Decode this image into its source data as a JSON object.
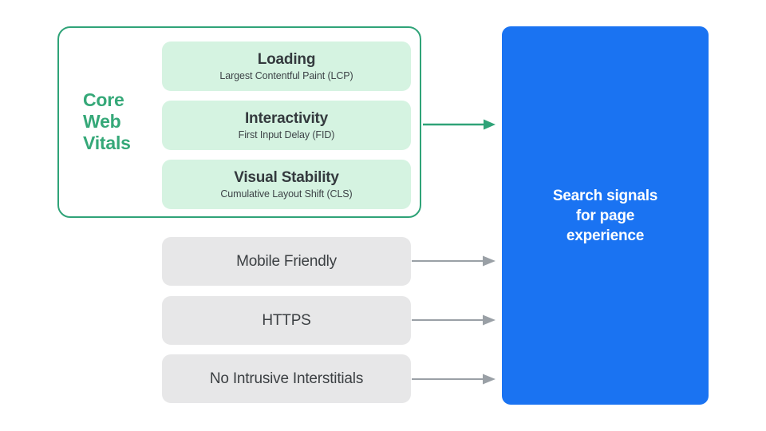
{
  "diagram": {
    "title_hidden": "",
    "colors": {
      "accent_green": "#35a878",
      "container_border_green": "#2fa378",
      "card_green": "#d5f3e1",
      "signal_gray": "#e7e7e8",
      "destination_blue": "#1a73f2",
      "arrow_gray": "#9aa0a6",
      "text_dark": "#3c4043",
      "text_white": "#ffffff",
      "background": "#ffffff"
    },
    "core_web_vitals": {
      "label_lines": [
        "Core",
        "Web",
        "Vitals"
      ],
      "label_text": "Core Web Vitals",
      "metrics": [
        {
          "title": "Loading",
          "subtitle": "Largest Contentful Paint (LCP)",
          "abbr": "LCP"
        },
        {
          "title": "Interactivity",
          "subtitle": "First Input Delay (FID)",
          "abbr": "FID"
        },
        {
          "title": "Visual Stability",
          "subtitle": "Cumulative Layout Shift (CLS)",
          "abbr": "CLS"
        }
      ]
    },
    "other_signals": [
      {
        "label": "Mobile Friendly"
      },
      {
        "label": "HTTPS"
      },
      {
        "label": "No Intrusive Interstitials"
      }
    ],
    "destination": {
      "lines": [
        "Search signals",
        "for page",
        "experience"
      ],
      "text": "Search signals for page experience"
    },
    "connectors": [
      {
        "name": "core-web-vitals-arrow",
        "color": "#2fa378",
        "from": "core-web-vitals-container",
        "to": "destination"
      },
      {
        "name": "mobile-friendly-arrow",
        "color": "#9aa0a6",
        "from": "Mobile Friendly",
        "to": "destination"
      },
      {
        "name": "https-arrow",
        "color": "#9aa0a6",
        "from": "HTTPS",
        "to": "destination"
      },
      {
        "name": "no-intrusive-interstitials-arrow",
        "color": "#9aa0a6",
        "from": "No Intrusive Interstitials",
        "to": "destination"
      }
    ]
  }
}
